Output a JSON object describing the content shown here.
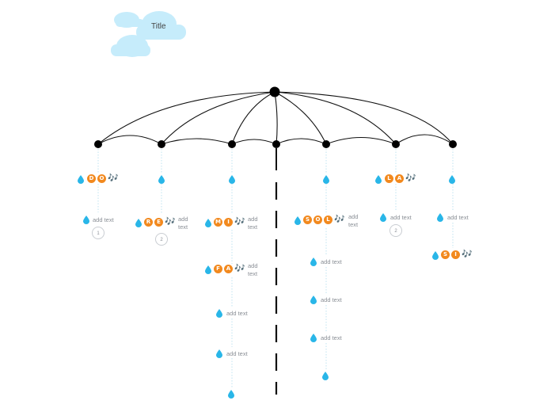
{
  "title": "Title",
  "node_label_placeholder": "add text",
  "notes": [
    {
      "letters": [
        "D",
        "O"
      ],
      "glyph": "🎶"
    },
    {
      "letters": [
        "R",
        "E"
      ],
      "glyph": "🎶"
    },
    {
      "letters": [
        "M",
        "I"
      ],
      "glyph": "🎶"
    },
    {
      "letters": [
        "F",
        "A"
      ],
      "glyph": "🎶"
    },
    {
      "letters": [
        "S",
        "O",
        "L"
      ],
      "glyph": "🎶"
    },
    {
      "letters": [
        "L",
        "A"
      ],
      "glyph": "🎶"
    },
    {
      "letters": [
        "S",
        "I"
      ],
      "glyph": "🎶"
    }
  ],
  "badges": [
    "1",
    "2",
    "2"
  ],
  "colors": {
    "cloud": "#c6ecfb",
    "drop": "#29b6e8",
    "line": "#111111",
    "dotted": "#bfe3f0",
    "note_fill": "#f2891e"
  }
}
